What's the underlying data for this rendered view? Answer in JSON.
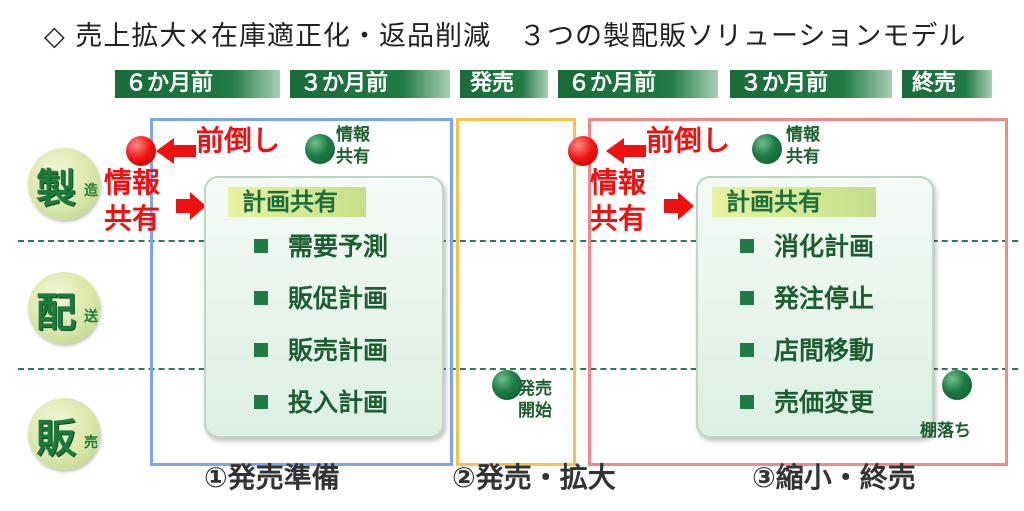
{
  "title": "◇ 売上拡大×在庫適正化・返品削減　３つの製配販ソリューションモデル",
  "timeline": [
    "６か月前",
    "３か月前",
    "発売",
    "６か月前",
    "３か月前",
    "終売"
  ],
  "rows": [
    {
      "big": "製",
      "small": "造"
    },
    {
      "big": "配",
      "small": "送"
    },
    {
      "big": "販",
      "small": "売"
    }
  ],
  "phase1": {
    "pull_forward": "前倒し",
    "info_share_top": "情報\n共有",
    "info_share_left_1": "情報",
    "info_share_left_2": "共有",
    "box_title": "計画共有",
    "items": [
      "需要予測",
      "販促計画",
      "販売計画",
      "投入計画"
    ],
    "name": "①発売準備"
  },
  "phase2": {
    "launch_label": "発売\n開始",
    "name": "②発売・拡大"
  },
  "phase3": {
    "pull_forward": "前倒し",
    "info_share_top": "情報\n共有",
    "info_share_left_1": "情報",
    "info_share_left_2": "共有",
    "box_title": "計画共有",
    "items": [
      "消化計画",
      "発注停止",
      "店間移動",
      "売価変更"
    ],
    "end_label": "棚落ち",
    "name": "③縮小・終売"
  },
  "colors": {
    "green": "#1f7a43",
    "phase1_border": "#7aa7e8",
    "phase2_border": "#f5c24a",
    "phase3_border": "#f08a8a",
    "red": "#ee1111"
  }
}
